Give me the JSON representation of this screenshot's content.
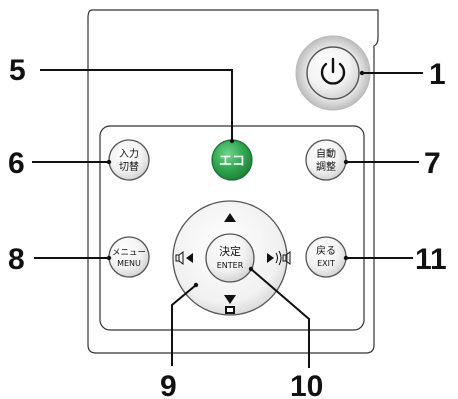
{
  "callouts": [
    "1",
    "5",
    "6",
    "7",
    "8",
    "9",
    "10",
    "11"
  ],
  "buttons": {
    "power": {
      "icon": "power-icon"
    },
    "eco": {
      "label": "エコ",
      "color": "#2fa84f"
    },
    "input": {
      "line1": "入力",
      "line2": "切替"
    },
    "auto_adjust": {
      "line1": "自動",
      "line2": "調整"
    },
    "menu": {
      "line1": "メニュー",
      "line2": "MENU"
    },
    "enter": {
      "line1": "決定",
      "line2": "ENTER"
    },
    "exit": {
      "line1": "戻る",
      "line2": "EXIT"
    }
  },
  "dpad": {
    "up_icon": "arrow-up-icon",
    "down_icon": "arrow-down-icon",
    "left_icon": "volume-down-icon",
    "right_icon": "volume-up-icon",
    "keystone_icon": "keystone-icon"
  },
  "colors": {
    "line": "#111111",
    "panel_stroke": "#333333",
    "eco_green": "#2fa84f"
  }
}
